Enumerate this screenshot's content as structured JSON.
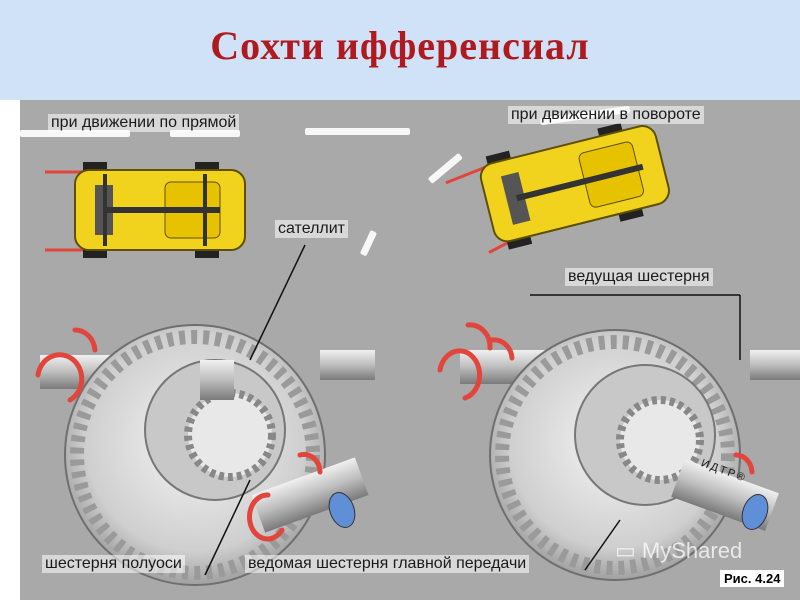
{
  "slide": {
    "title": "Сохти ифференсиал",
    "title_color": "#b0191e",
    "banner_color": "#cfe2f7"
  },
  "figure": {
    "labels": {
      "straight": "при движении по прямой",
      "turn": "при движении в повороте",
      "satellite": "сателлит",
      "drive_gear": "ведущая шестерня",
      "axle_gear": "шестерня полуоси",
      "driven_gear": "ведомая шестерня главной передачи",
      "shaft_text": "ИДТР®",
      "figure_number": "Рис. 4.24"
    },
    "watermark": "MyShared",
    "colors": {
      "background": "#a9a9a9",
      "car_body": "#f1d21d",
      "arrow": "#e2453b",
      "gear": "#dcdcdc",
      "shaft_end": "#5f8fd6"
    },
    "icons": [
      "car-icon",
      "gear-icon",
      "rotation-arrow-icon",
      "presentation-icon"
    ]
  }
}
